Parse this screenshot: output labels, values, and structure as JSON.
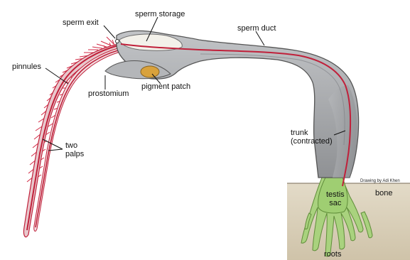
{
  "labels": {
    "sperm_exit": "sperm exit",
    "sperm_storage": "sperm storage",
    "sperm_duct": "sperm duct",
    "pinnules": "pinnules",
    "prostomium": "prostomium",
    "pigment_patch": "pigment patch",
    "two_palps": "two\npalps",
    "trunk": "trunk\n(contracted)",
    "testis_sac": "testis\nsac",
    "bone": "bone",
    "roots": "roots"
  },
  "credit": "Drawing by Adi Khen",
  "colors": {
    "body_gray": "#a9abae",
    "body_outline": "#555555",
    "sperm_duct_red": "#c0203a",
    "palp_red": "#d22a45",
    "pigment_orange": "#d9a23c",
    "roots_green": "#a9d27e",
    "bone_tan": "#d8cdb6",
    "sperm_storage_fill": "#f3f1ea"
  }
}
